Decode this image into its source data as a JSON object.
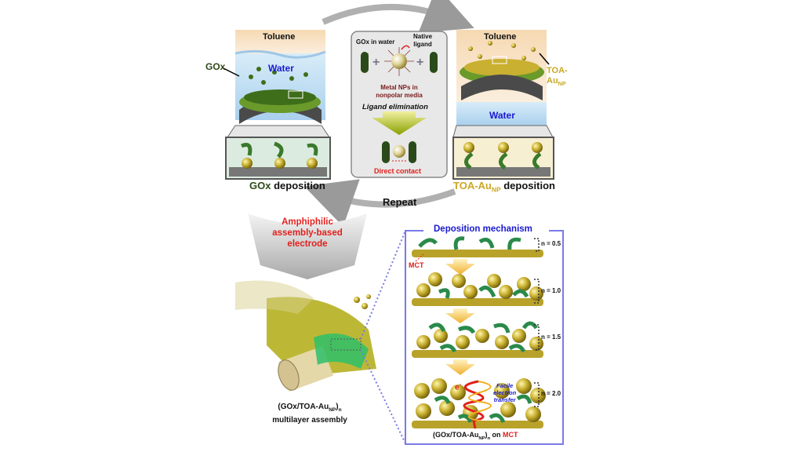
{
  "left_panel": {
    "solvent_top": "Toluene",
    "solvent_bottom": "Water",
    "pointer_label": "GOx",
    "caption_part1": "GOx",
    "caption_part2": "deposition"
  },
  "center_panel": {
    "label_gox": "GOx in water",
    "label_ligand_1": "Native",
    "label_ligand_2": "ligand",
    "label_np_1": "Metal NPs in",
    "label_np_2": "nonpolar media",
    "label_step": "Ligand elimination",
    "label_result": "Direct contact"
  },
  "right_panel": {
    "solvent_top": "Toluene",
    "solvent_bottom": "Water",
    "pointer_label_1": "TOA-",
    "pointer_label_2": "Au",
    "pointer_label_sub": "NP",
    "caption_part1": "TOA-Au",
    "caption_sub": "NP",
    "caption_part2": "deposition"
  },
  "cycle": {
    "repeat_label": "Repeat"
  },
  "electrode": {
    "title_1": "Amphiphilic",
    "title_2": "assembly-based",
    "title_3": "electrode",
    "caption_1a": "(GOx/TOA-Au",
    "caption_1sub": "NP",
    "caption_1b": ")",
    "caption_1n": "n",
    "caption_2": "multilayer assembly"
  },
  "mechanism": {
    "title": "Deposition mechanism",
    "substrate_label": "MCT",
    "layers": [
      {
        "n_label": "n = 0.5"
      },
      {
        "n_label": "n = 1.0"
      },
      {
        "n_label": "n = 1.5"
      },
      {
        "n_label": "n = 2.0"
      }
    ],
    "electron_label": "e",
    "electron_sup": "-",
    "transfer_1": "Facile",
    "transfer_2": "electron",
    "transfer_3": "transfer",
    "caption_a": "(GOx/TOA-Au",
    "caption_sub": "NP",
    "caption_b": ")",
    "caption_n": "n",
    "caption_on": " on ",
    "caption_mct": "MCT"
  },
  "colors": {
    "gox": "#2f4a1a",
    "gold": "#c9a824",
    "red": "#e0201c",
    "blue": "#1a1ad0",
    "frame": "#7a7ae6"
  }
}
